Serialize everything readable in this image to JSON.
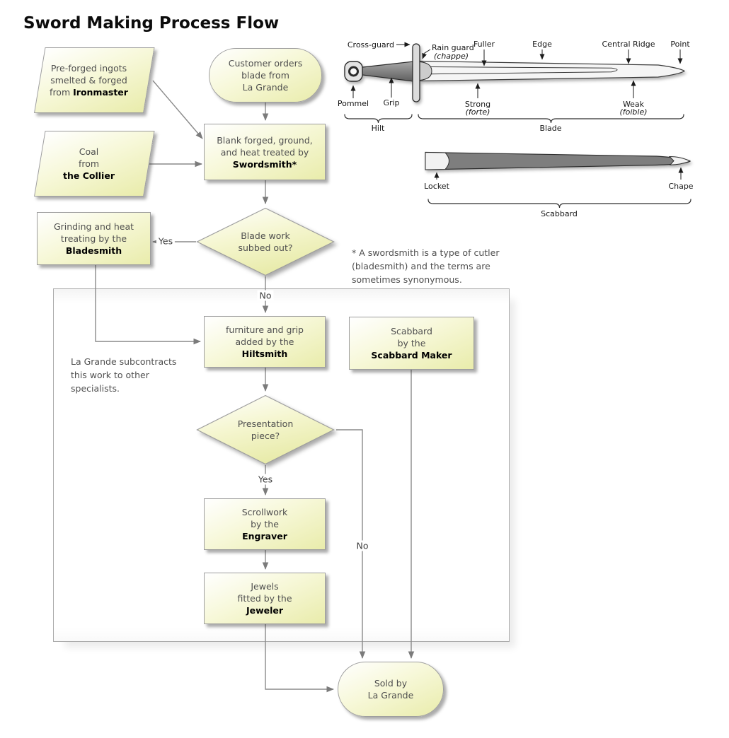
{
  "title": "Sword Making Process Flow",
  "labels": {
    "yes": "Yes",
    "no": "No"
  },
  "nodes": {
    "ingots": {
      "line1": "Pre-forged ingots",
      "line2": "smelted & forged",
      "line3": "from",
      "bold": "Ironmaster"
    },
    "coal": {
      "line1": "Coal",
      "line2": "from",
      "bold": "the Collier"
    },
    "customer": {
      "line1": "Customer orders",
      "line2": "blade from",
      "line3": "La Grande"
    },
    "swordsmith": {
      "line1": "Blank forged, ground,",
      "line2": "and heat treated by",
      "bold": "Swordsmith*"
    },
    "blade_subbed": {
      "line1": "Blade work",
      "line2": "subbed out?"
    },
    "bladesmith": {
      "line1": "Grinding and heat",
      "line2": "treating by the",
      "bold": "Bladesmith"
    },
    "hiltsmith": {
      "line1": "furniture and grip",
      "line2": "added by the",
      "bold": "Hiltsmith"
    },
    "scabbard_maker": {
      "line1": "Scabbard",
      "line2": "by the",
      "bold": "Scabbard Maker"
    },
    "presentation": {
      "line1": "Presentation",
      "line2": "piece?"
    },
    "engraver": {
      "line1": "Scrollwork",
      "line2": "by the",
      "bold": "Engraver"
    },
    "jeweler": {
      "line1": "Jewels",
      "line2": "fitted by the",
      "bold": "Jeweler"
    },
    "sold": {
      "line1": "Sold by",
      "line2": "La Grande"
    }
  },
  "note_lines": [
    "La Grande subcontracts",
    "this work to other",
    "specialists."
  ],
  "footnote_lines": [
    "* A swordsmith is a type of cutler",
    "(bladesmith) and the terms are",
    "sometimes synonymous."
  ],
  "sword_diagram": {
    "cross_guard": "Cross-guard",
    "rain_guard": "Rain guard",
    "rain_guard_alt": "(chappe)",
    "fuller": "Fuller",
    "edge": "Edge",
    "central_ridge": "Central Ridge",
    "point": "Point",
    "pommel": "Pommel",
    "grip": "Grip",
    "strong": "Strong",
    "strong_alt": "(forte)",
    "weak": "Weak",
    "weak_alt": "(foible)",
    "hilt": "Hilt",
    "blade": "Blade"
  },
  "scabbard_diagram": {
    "locket": "Locket",
    "chape": "Chape",
    "scabbard": "Scabbard"
  },
  "colors": {
    "node_fill_top": "#ffffff",
    "node_fill_bottom": "#e9ecab",
    "node_border": "#9e9e9e",
    "connector": "#8a8a8a",
    "body_text": "#4f4f4f",
    "bold_text": "#000000",
    "diagram_ink": "#1b1b1b",
    "group_border": "#ababab"
  }
}
